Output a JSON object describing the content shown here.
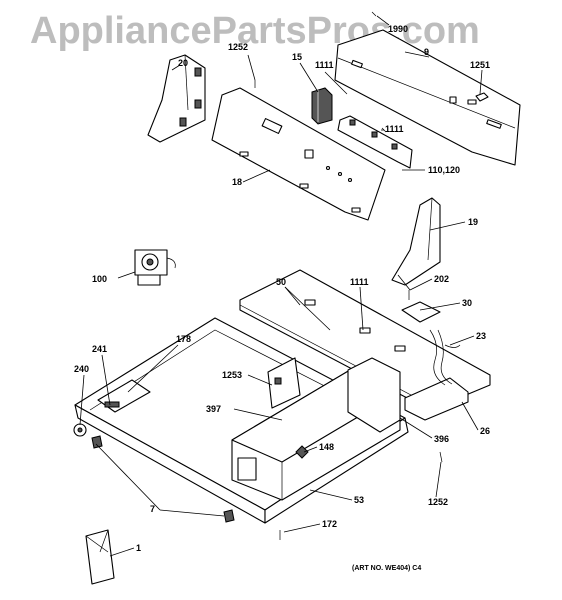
{
  "watermark": "AppliancePartsPros.com",
  "art_number": "(ART NO. WE404) C4",
  "callouts": {
    "p1": "1",
    "p7": "7",
    "p9": "9",
    "p15": "15",
    "p18": "18",
    "p19": "19",
    "p20": "20",
    "p23": "23",
    "p26": "26",
    "p30": "30",
    "p50": "50",
    "p53": "53",
    "p100": "100",
    "p110_120": "110,120",
    "p148": "148",
    "p172": "172",
    "p178": "178",
    "p202": "202",
    "p240": "240",
    "p241": "241",
    "p396": "396",
    "p397": "397",
    "p1111a": "1111",
    "p1111b": "1111",
    "p1111c": "1111",
    "p1251": "1251",
    "p1252a": "1252",
    "p1252b": "1252",
    "p1253": "1253",
    "p1990": "1990"
  }
}
